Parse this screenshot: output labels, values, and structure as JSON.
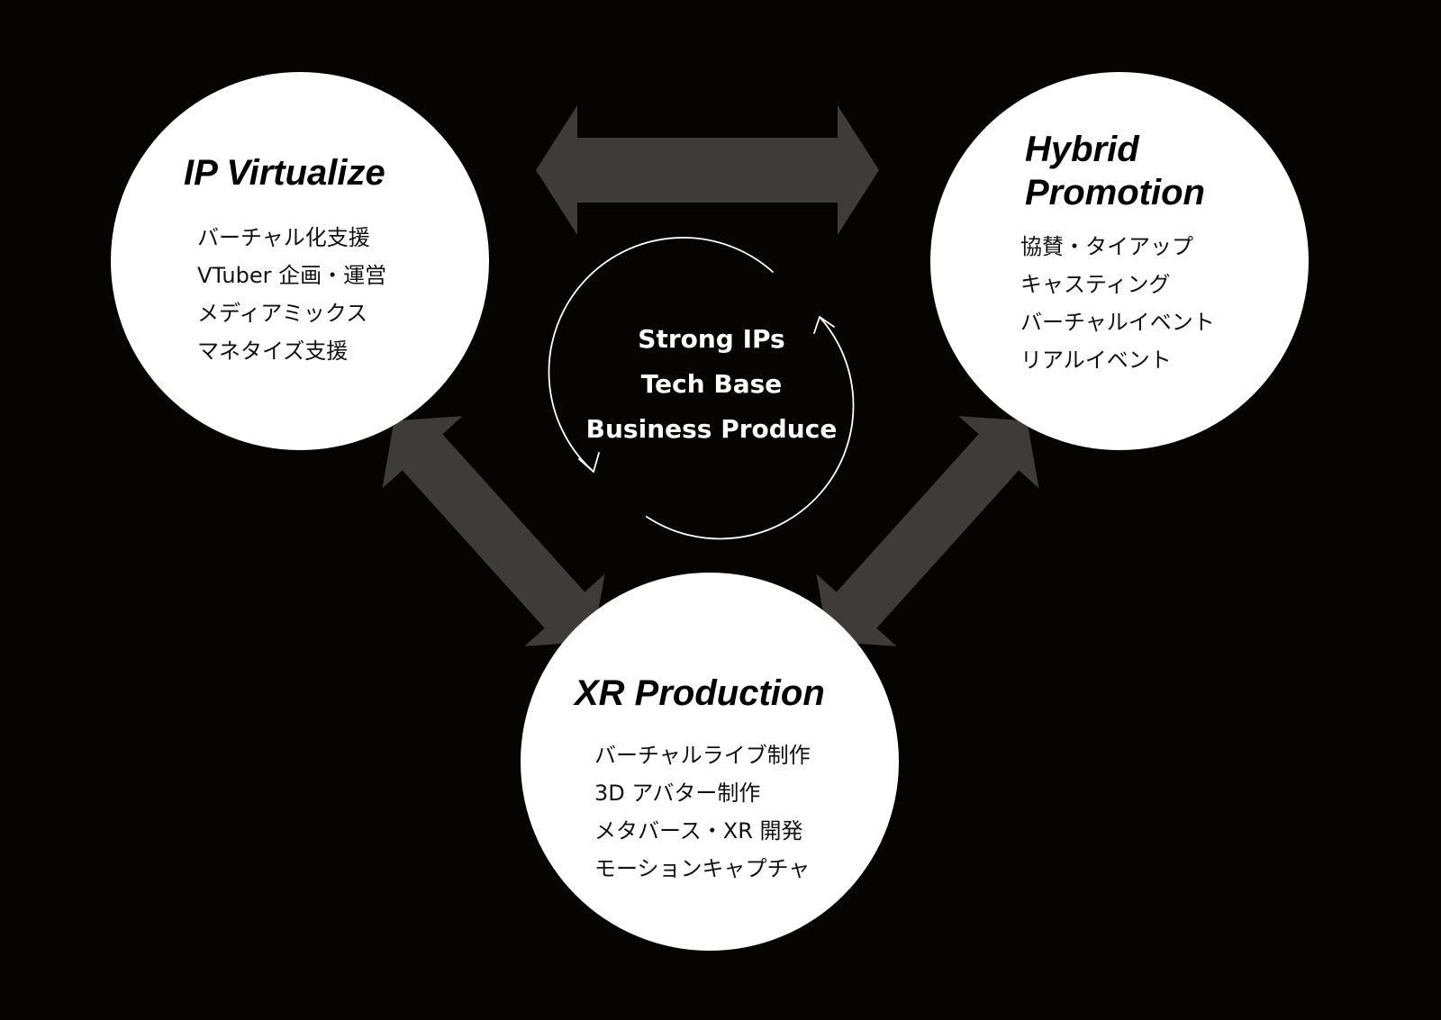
{
  "colors": {
    "background": "#060303",
    "circle_fill": "#ffffff",
    "arrow_fill": "#3f3b3a",
    "cycle_stroke": "#ffffff"
  },
  "center": {
    "items": [
      "Strong IPs",
      "Tech Base",
      "Business Produce"
    ]
  },
  "nodes": {
    "ip_virtualize": {
      "title": "IP Virtualize",
      "items": [
        "バーチャル化支援",
        "VTuber 企画・運営",
        "メディアミックス",
        "マネタイズ支援"
      ]
    },
    "hybrid_promotion": {
      "title_line1": "Hybrid",
      "title_line2": "Promotion",
      "items": [
        "協賛・タイアップ",
        "キャスティング",
        "バーチャルイベント",
        "リアルイベント"
      ]
    },
    "xr_production": {
      "title": "XR Production",
      "items": [
        "バーチャルライブ制作",
        "3D アバター制作",
        "メタバース・XR 開発",
        "モーションキャプチャ"
      ]
    }
  },
  "icons": {
    "double_arrow": "double-headed-arrow",
    "cycle": "circular-arrows"
  }
}
